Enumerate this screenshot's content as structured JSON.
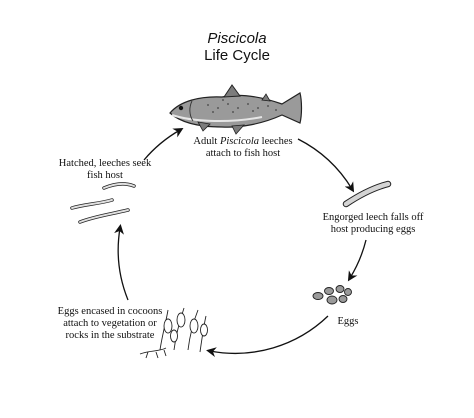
{
  "title": {
    "genus": "Piscicola",
    "main": "Life Cycle"
  },
  "stages": {
    "adult": {
      "pre": "Adult ",
      "italic": "Piscicola",
      "post": " leeches",
      "line2": "attach to fish host"
    },
    "engorged": {
      "line1": "Engorged leech falls off",
      "line2": "host producing eggs"
    },
    "eggs": {
      "line1": "Eggs"
    },
    "cocoons": {
      "line1": "Eggs encased in cocoons",
      "line2": "attach to vegetation or",
      "line3": "rocks in the substrate"
    },
    "hatched": {
      "line1": "Hatched, leeches seek",
      "line2": "fish host"
    }
  },
  "colors": {
    "ink": "#111111",
    "fish": "#8a8a8a",
    "leech": "#cfcfcf"
  }
}
